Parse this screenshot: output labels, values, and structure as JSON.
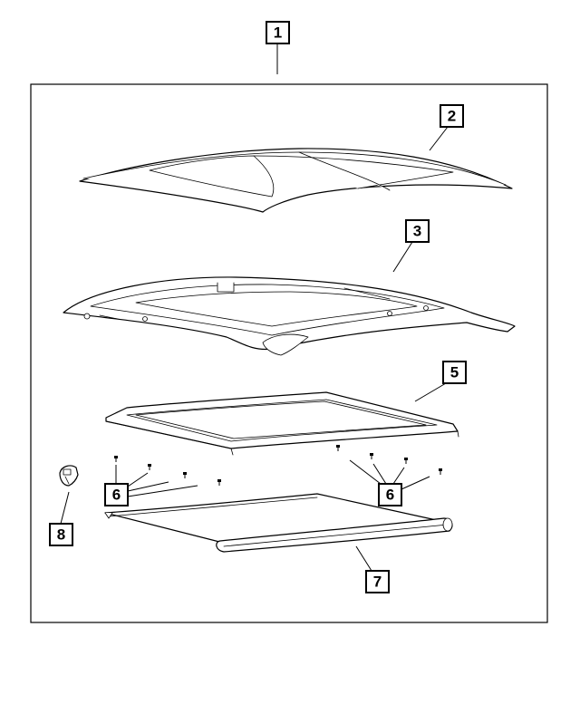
{
  "diagram": {
    "callouts": {
      "c1": "1",
      "c2": "2",
      "c3": "3",
      "c5": "5",
      "c6a": "6",
      "c6b": "6",
      "c7": "7",
      "c8": "8"
    },
    "parts": {
      "glass_panel": "sunroof-glass-panel",
      "frame": "sunroof-frame",
      "seal_frame": "sunroof-seal-frame",
      "screws": "screw",
      "sunshade": "sunshade-roller",
      "clip": "clip"
    }
  }
}
